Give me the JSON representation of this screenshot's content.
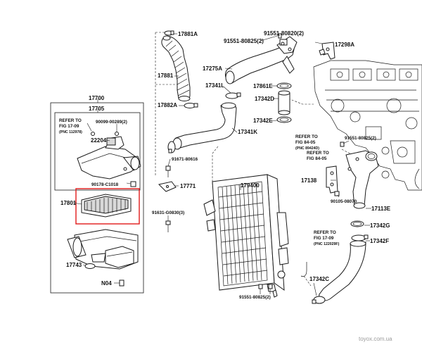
{
  "diagram": {
    "labels": {
      "p17881A": "17881A",
      "p91551_80820": "91551-80820(2)",
      "p91551_80825_top": "91551-80825(2)",
      "p17298A": "17298A",
      "p17275A": "17275A",
      "p17881": "17881",
      "p17861E": "17861E",
      "p17341L": "17341L",
      "p17342D": "17342D",
      "p17700": "17700",
      "p17705": "17705",
      "p17882A": "17882A",
      "p17342E": "17342E",
      "p17341K": "17341K",
      "p90099": "90099-00289(2)",
      "p22204": "22204",
      "p91551_80825_right": "91551-80825(2)",
      "p91671": "91671-80616",
      "p17138": "17138",
      "p90178": "90178-C1018",
      "p17771": "17771",
      "p179400": "179400",
      "p17801": "17801",
      "p91631": "91631-G0830(3)",
      "p90105": "90105-08070",
      "p17113E": "17113E",
      "p17342G": "17342G",
      "p17342F": "17342F",
      "p17743": "17743",
      "pN04": "N04",
      "p17342C": "17342C",
      "p91551_80825_bottom": "91551-80825(2)"
    },
    "refs": {
      "ref1": {
        "line1": "REFER TO",
        "line2": "FIG 17-09",
        "line3": "(PNC 112978)"
      },
      "ref2": {
        "line1": "REFER TO",
        "line2": "FIG 84-05",
        "line3": "(PNC 89424D)"
      },
      "ref3": {
        "line1": "REFER TO",
        "line2": "FIG 84-05"
      },
      "ref4": {
        "line1": "REFER TO",
        "line2": "FIG 17-09",
        "line3": "(PNC 122029F)"
      }
    },
    "watermark": "toyox.com.ua"
  }
}
